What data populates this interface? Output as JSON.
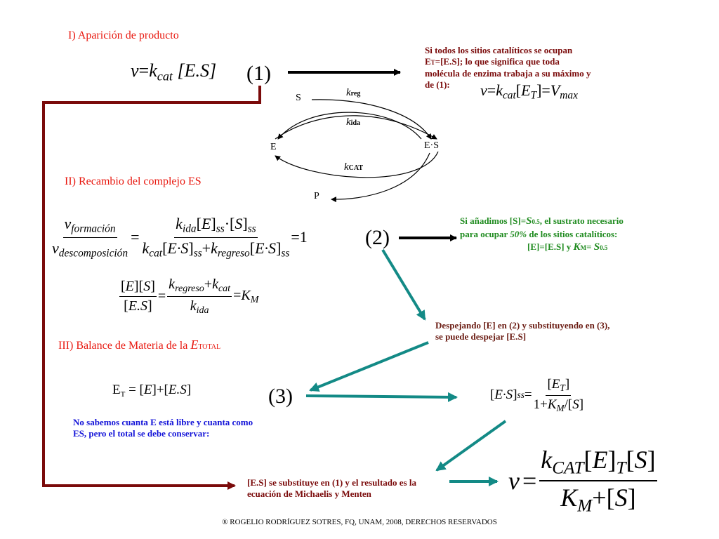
{
  "section1": {
    "title": "I) Aparición de producto"
  },
  "section2": {
    "title": "II) Recambio del complejo ES"
  },
  "section3": {
    "title": "III) Balance de Materia de la ",
    "E_sym": "E",
    "E_sub": "TOTAL"
  },
  "eq1": {
    "lhs": "v",
    "k": "k",
    "k_sub": "cat",
    "bracket": "[E.S]",
    "num": "(1)"
  },
  "note1": {
    "line1": "Si todos los sitios catalíticos se ocupan",
    "line2": "E",
    "line2_sub": "T",
    "line2_rest": "=[E.S]; lo que significa que toda",
    "line3": "molécula de enzima trabaja a su máximo y",
    "line4": "de (1):",
    "eq_v": "v",
    "eq_k": "k",
    "eq_k_sub": "cat",
    "eq_E": "E",
    "eq_E_sub": "T",
    "eq_V": "V",
    "eq_V_sub": "max"
  },
  "scheme": {
    "S": "S",
    "E": "E",
    "ES": "E·S",
    "P": "P",
    "k_reg": "k",
    "k_reg_sub": "reg",
    "k_ida": "k",
    "k_ida_sub": "ida",
    "k_cat": "k",
    "k_cat_sub": "CAT"
  },
  "eq2": {
    "v": "v",
    "formacion": "formación",
    "descomposicion": "descomposición",
    "k": "k",
    "ida": "ida",
    "cat": "cat",
    "regreso": "regreso",
    "E": "E",
    "S": "S",
    "ES": "E·S",
    "ss": "ss",
    "eq_one": "=1",
    "num": "(2)"
  },
  "eqKM": {
    "E": "E",
    "S": "S",
    "ES": "E.S",
    "k": "k",
    "regreso": "regreso",
    "cat": "cat",
    "ida": "ida",
    "K": "K",
    "M": "M"
  },
  "note2": {
    "line1a": "Si añadimos [S]=",
    "line1_S": "S",
    "line1_sub": "0.5",
    "line1b": ", el sustrato necesario",
    "line2a": "para ocupar ",
    "line2_pct": "50%",
    "line2b": " de los sitios catalíticos:",
    "line3a": "[E]=[E.S] y ",
    "line3_K": "K",
    "line3_Ksub": "M",
    "line3b": "= ",
    "line3_S": "S",
    "line3_Ssub": "0.5"
  },
  "note3": {
    "line1": "Despejando [E] en (2) y substituyendo en (3),",
    "line2": "se puede despejar [E.S]"
  },
  "eq3": {
    "E": "E",
    "T": "T",
    "rest_open": " = [",
    "E_it": "E",
    "mid": "]+[",
    "ES_it": "E.S",
    "close": "]",
    "num": "(3)"
  },
  "note4": {
    "line1": "No sabemos cuanta E está libre y cuanta como",
    "line2": "ES, pero el total se debe conservar:"
  },
  "eqES": {
    "ES": "E·S",
    "ss": "ss",
    "E": "E",
    "T": "T",
    "one": "1+",
    "K": "K",
    "M": "M",
    "slash": "/",
    "S": "S"
  },
  "note5": {
    "line1": "[E.S] se substituye en (1) y el resultado es la",
    "line2": "ecuación de Michaelis y Menten"
  },
  "eqMM": {
    "v": "v",
    "k": "k",
    "CAT": "CAT",
    "E": "E",
    "T": "T",
    "S": "S",
    "K": "K",
    "M": "M"
  },
  "footer": {
    "text": "® ROGELIO RODRÍGUEZ SOTRES, FQ, UNAM, 2008, DERECHOS RESERVADOS"
  },
  "colors": {
    "darkred": "#7a0a0a",
    "teal": "#138a86",
    "red": "#e8170e",
    "green": "#1f8b1f",
    "blue": "#1414d8"
  }
}
